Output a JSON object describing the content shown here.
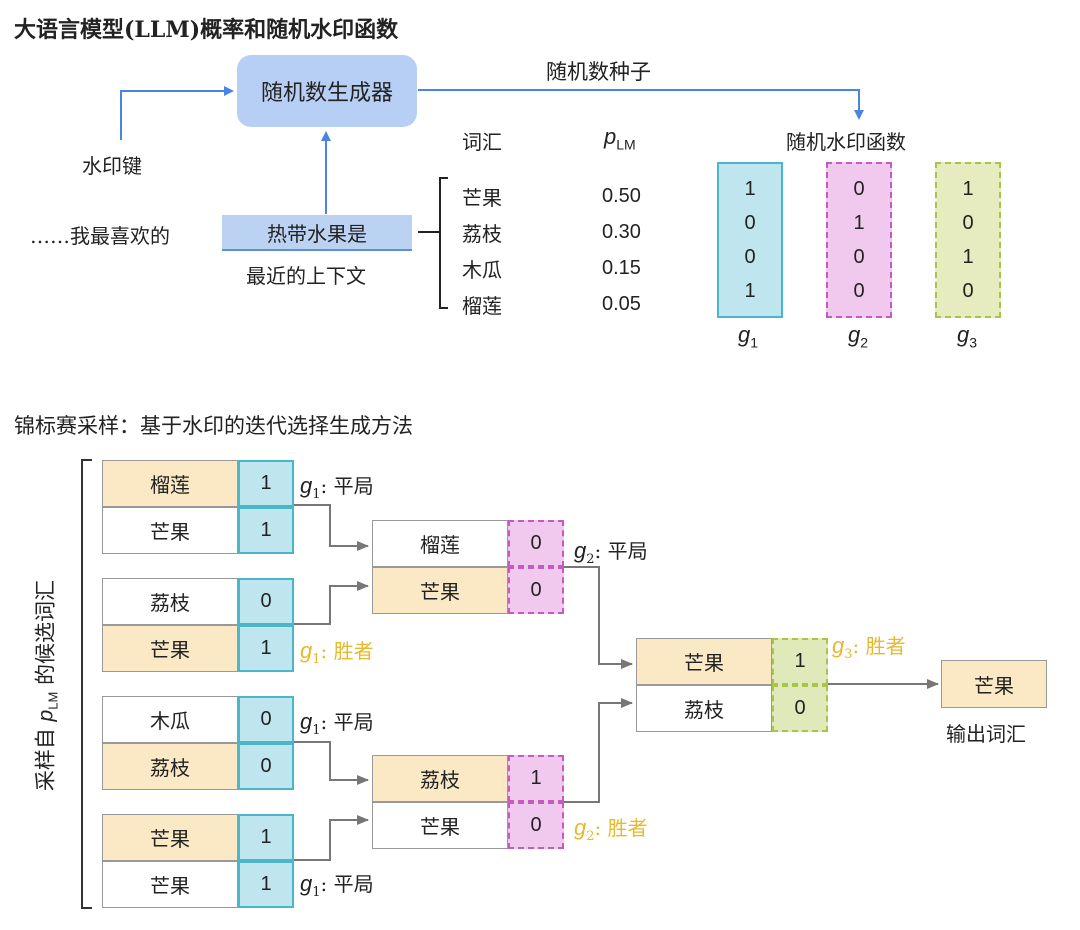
{
  "part1": {
    "title": "大语言模型(LLM)概率和随机水印函数",
    "rng_label": "随机数生成器",
    "seed_label": "随机数种子",
    "watermark_key_label": "水印键",
    "context_prefix": "……我最喜欢的",
    "context_highlight": "热带水果是",
    "context_caption": "最近的上下文",
    "vocab_header": "词汇",
    "plm_header_main": "p",
    "plm_header_sub": "LM",
    "wm_func_header": "随机水印函数",
    "vocab": [
      "芒果",
      "荔枝",
      "木瓜",
      "榴莲"
    ],
    "probs": [
      "0.50",
      "0.30",
      "0.15",
      "0.05"
    ],
    "g_functions": [
      {
        "name": "g",
        "sub": "1",
        "values": [
          "1",
          "0",
          "0",
          "1"
        ],
        "color": "#bfe6ef",
        "border": "#4ab6c7",
        "style": "solid"
      },
      {
        "name": "g",
        "sub": "2",
        "values": [
          "0",
          "1",
          "0",
          "0"
        ],
        "color": "#f2c9ee",
        "border": "#c55bbd",
        "style": "dashed"
      },
      {
        "name": "g",
        "sub": "3",
        "values": [
          "1",
          "0",
          "1",
          "0"
        ],
        "color": "#e6ecbf",
        "border": "#a8c44a",
        "style": "dash-dot"
      }
    ]
  },
  "part2": {
    "title": "锦标赛采样：基于水印的迭代选择生成方法",
    "side_label_pre": "采样自 ",
    "side_label_p": "p",
    "side_label_sub": "LM",
    "side_label_post": " 的候选词汇",
    "round1": [
      {
        "pair": [
          {
            "word": "榴莲",
            "val": "1",
            "hl": true
          },
          {
            "word": "芒果",
            "val": "1",
            "hl": false
          }
        ],
        "result_g": "g",
        "result_sub": "1",
        "result": "平局",
        "winner": false
      },
      {
        "pair": [
          {
            "word": "荔枝",
            "val": "0",
            "hl": false
          },
          {
            "word": "芒果",
            "val": "1",
            "hl": true
          }
        ],
        "result_g": "g",
        "result_sub": "1",
        "result": "胜者",
        "winner": true
      },
      {
        "pair": [
          {
            "word": "木瓜",
            "val": "0",
            "hl": false
          },
          {
            "word": "荔枝",
            "val": "0",
            "hl": true
          }
        ],
        "result_g": "g",
        "result_sub": "1",
        "result": "平局",
        "winner": false
      },
      {
        "pair": [
          {
            "word": "芒果",
            "val": "1",
            "hl": true
          },
          {
            "word": "芒果",
            "val": "1",
            "hl": false
          }
        ],
        "result_g": "g",
        "result_sub": "1",
        "result": "平局",
        "winner": false
      }
    ],
    "round2": [
      {
        "pair": [
          {
            "word": "榴莲",
            "val": "0",
            "hl": false
          },
          {
            "word": "芒果",
            "val": "0",
            "hl": true
          }
        ],
        "result_g": "g",
        "result_sub": "2",
        "result": "平局",
        "winner": false
      },
      {
        "pair": [
          {
            "word": "荔枝",
            "val": "1",
            "hl": true
          },
          {
            "word": "芒果",
            "val": "0",
            "hl": false
          }
        ],
        "result_g": "g",
        "result_sub": "2",
        "result": "胜者",
        "winner": true
      }
    ],
    "round3": {
      "pair": [
        {
          "word": "芒果",
          "val": "1",
          "hl": true
        },
        {
          "word": "荔枝",
          "val": "0",
          "hl": false
        }
      ],
      "result_g": "g",
      "result_sub": "3",
      "result": "胜者",
      "winner": true
    },
    "output_word": "芒果",
    "output_caption": "输出词汇"
  },
  "colors": {
    "blue_arrow": "#4a86e0",
    "rng_fill": "#b8cff5",
    "highlight_row": "#fbe9c6",
    "winner_text": "#e8b92e",
    "connector": "#777777"
  }
}
